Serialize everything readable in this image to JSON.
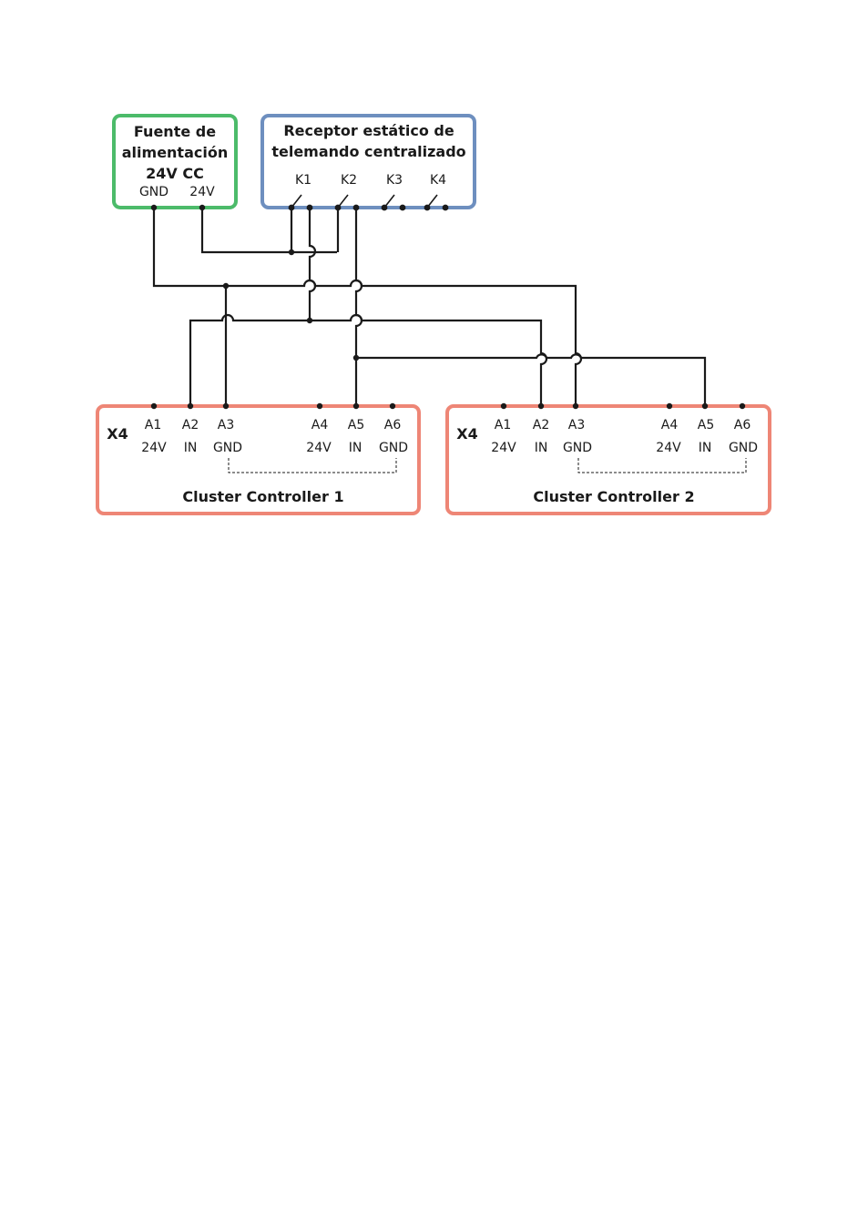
{
  "colors": {
    "power_supply_border": "#4cbb6a",
    "receiver_border": "#6e8fbf",
    "controller_border": "#ee8676",
    "wire": "#1a1a1a"
  },
  "power_supply": {
    "title_lines": [
      "Fuente de",
      "alimentación",
      "24V CC"
    ],
    "terminals": [
      "GND",
      "24V"
    ]
  },
  "receiver": {
    "title_lines": [
      "Receptor estático de",
      "telemando centralizado"
    ],
    "relays": [
      "K1",
      "K2",
      "K3",
      "K4"
    ]
  },
  "controllers": [
    {
      "connector": "X4",
      "name": "Cluster Controller 1",
      "pins": [
        {
          "id": "A1",
          "function": "24V"
        },
        {
          "id": "A2",
          "function": "IN"
        },
        {
          "id": "A3",
          "function": "GND"
        },
        {
          "id": "A4",
          "function": "24V"
        },
        {
          "id": "A5",
          "function": "IN"
        },
        {
          "id": "A6",
          "function": "GND"
        }
      ]
    },
    {
      "connector": "X4",
      "name": "Cluster Controller 2",
      "pins": [
        {
          "id": "A1",
          "function": "24V"
        },
        {
          "id": "A2",
          "function": "IN"
        },
        {
          "id": "A3",
          "function": "GND"
        },
        {
          "id": "A4",
          "function": "24V"
        },
        {
          "id": "A5",
          "function": "IN"
        },
        {
          "id": "A6",
          "function": "GND"
        }
      ]
    }
  ]
}
